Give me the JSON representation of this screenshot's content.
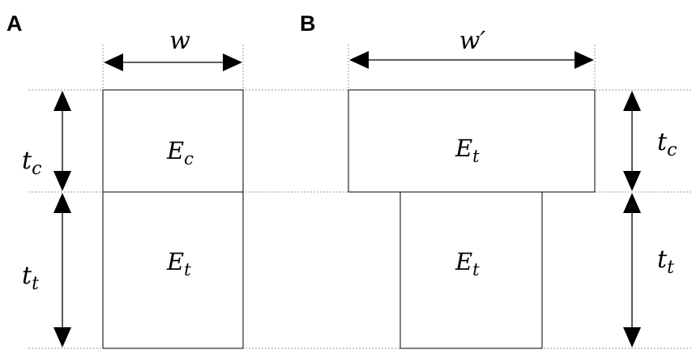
{
  "panels": {
    "a": {
      "letter": "A",
      "width_label": {
        "main": "w"
      },
      "top_label": {
        "main": "E",
        "sub": "c"
      },
      "bottom_label": {
        "main": "E",
        "sub": "t"
      },
      "top_thickness": {
        "main": "t",
        "sub": "c"
      },
      "bottom_thickness": {
        "main": "t",
        "sub": "t"
      }
    },
    "b": {
      "letter": "B",
      "width_label": {
        "main": "w′"
      },
      "top_label": {
        "main": "E",
        "sub": "t"
      },
      "bottom_label": {
        "main": "E",
        "sub": "t"
      },
      "top_thickness": {
        "main": "t",
        "sub": "c"
      },
      "bottom_thickness": {
        "main": "t",
        "sub": "t"
      }
    }
  }
}
